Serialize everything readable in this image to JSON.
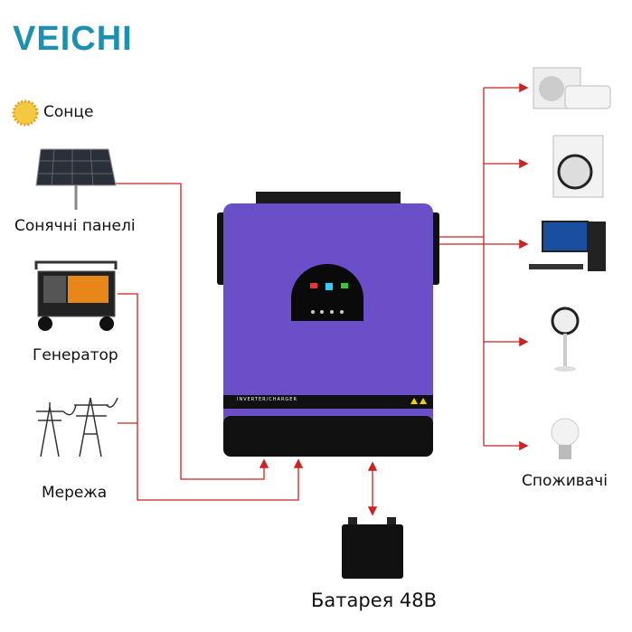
{
  "brand": "VEICHI",
  "sources": {
    "sun": "Сонце",
    "solar": "Сонячні панелі",
    "generator": "Генератор",
    "grid": "Мережа"
  },
  "inverter": {
    "label": "INVERTER/CHARGER",
    "color": "#6a4fc8"
  },
  "battery": "Батарея 48В",
  "loads": {
    "label": "Споживачі",
    "items": [
      "air-conditioner",
      "washing-machine",
      "computer",
      "fan",
      "light-bulb"
    ]
  },
  "colors": {
    "line": "#cc2222",
    "brand": "#1b90b0"
  }
}
